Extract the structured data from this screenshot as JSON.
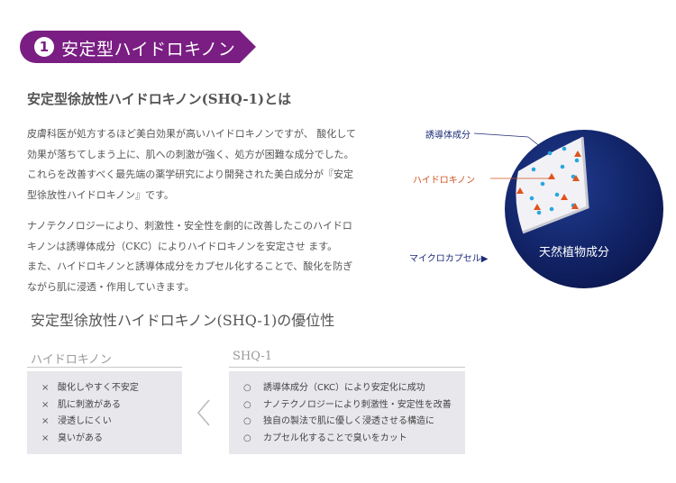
{
  "banner": {
    "number": "1",
    "title": "安定型ハイドロキノン",
    "color": "#7a1e83"
  },
  "intro": {
    "heading": "安定型徐放性ハイドロキノン(SHQ-1)とは",
    "paragraph1": [
      "皮膚科医が処方するほど美白効果が高いハイドロキノンですが、 酸化して",
      "効果が落ちてしまう上に、肌への刺激が強く、処方が困難な成分でした。",
      "これらを改善すべく最先端の薬学研究により開発された美白成分が『安定",
      "型徐放性ハイドロキノン』です。"
    ],
    "paragraph2": [
      "ナノテクノロジーにより、刺激性・安全性を劇的に改善したこのハイドロ",
      "キノンは誘導体成分（CKC）によりハイドロキノンを安定させ ます。",
      "また、ハイドロキノンと誘導体成分をカプセル化することで、酸化を防ぎ",
      "ながら肌に浸透・作用していきます。"
    ]
  },
  "diagram": {
    "callouts": {
      "derivative": "誘導体成分",
      "hydroquinone": "ハイドロキノン",
      "microcapsule": "マイクロカプセル▶"
    },
    "sphere_label": "天然植物成分",
    "colors": {
      "sphere": "#0c1a5a",
      "derivative_dots": "#2aa6dc",
      "hydroquinone_marks": "#e0531e"
    }
  },
  "advantage": {
    "heading": "安定型徐放性ハイドロキノン(SHQ-1)の優位性",
    "left": {
      "label": "ハイドロキノン",
      "marker": "×",
      "items": [
        "酸化しやすく不安定",
        "肌に刺激がある",
        "浸透しにくい",
        "臭いがある"
      ]
    },
    "right": {
      "label": "SHQ-1",
      "marker": "○",
      "items": [
        "誘導体成分（CKC）により安定化に成功",
        "ナノテクノロジーにより刺激性・安定性を改善",
        "独自の製法で肌に優しく浸透させる構造に",
        "カプセル化することで臭いをカット"
      ]
    }
  }
}
